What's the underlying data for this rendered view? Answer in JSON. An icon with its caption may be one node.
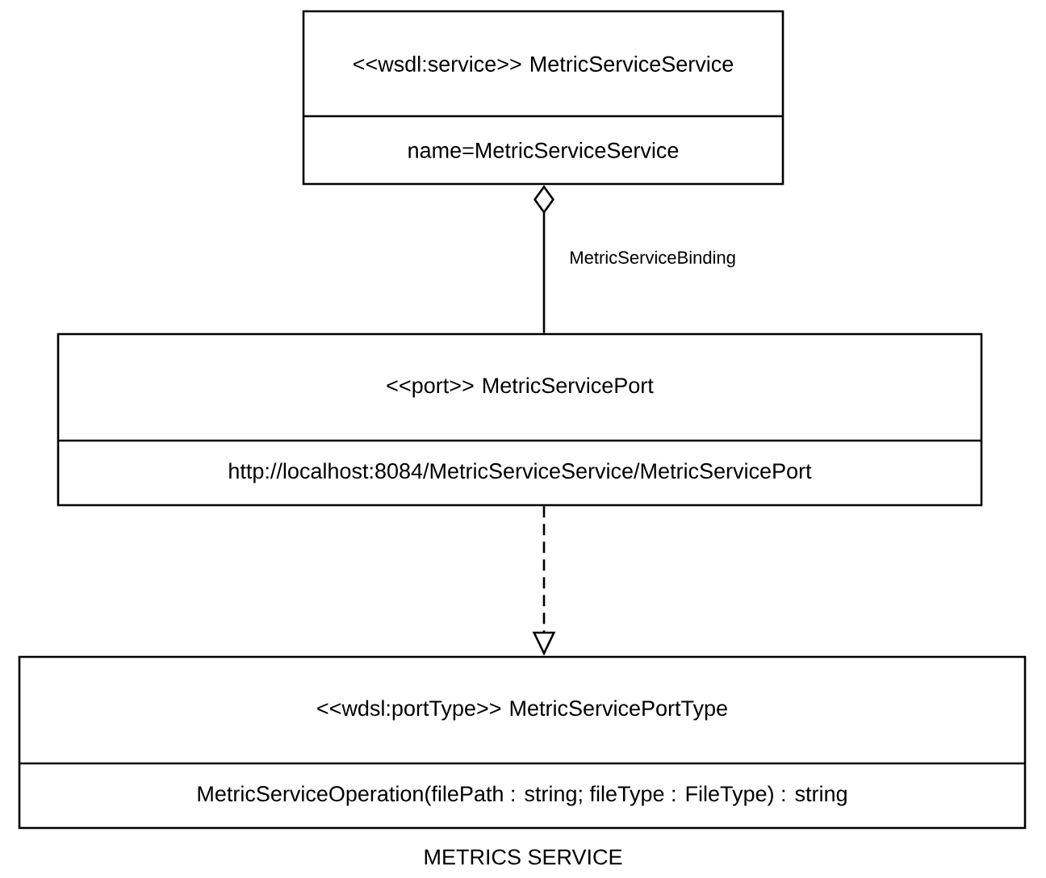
{
  "diagram": {
    "caption": "METRICS SERVICE",
    "nodes": [
      {
        "text": [
          "<<wsdl:service>> MetricServiceService",
          "name=MetricServiceService"
        ]
      },
      {
        "text": [
          "<<port>> MetricServicePort",
          "http://localhost:8084/MetricServiceService/MetricServicePort"
        ]
      },
      {
        "text": [
          "<<wdsl:portType>> MetricServicePortType",
          "MetricServiceOperation(filePath : string; fileType : FileType) : string"
        ]
      }
    ],
    "edges": [
      {
        "from": 1,
        "to": 0,
        "arrow": "other",
        "label": "MetricServiceBinding"
      },
      {
        "from": 1,
        "to": 2,
        "arrow": "to",
        "style": "dashed"
      }
    ]
  }
}
